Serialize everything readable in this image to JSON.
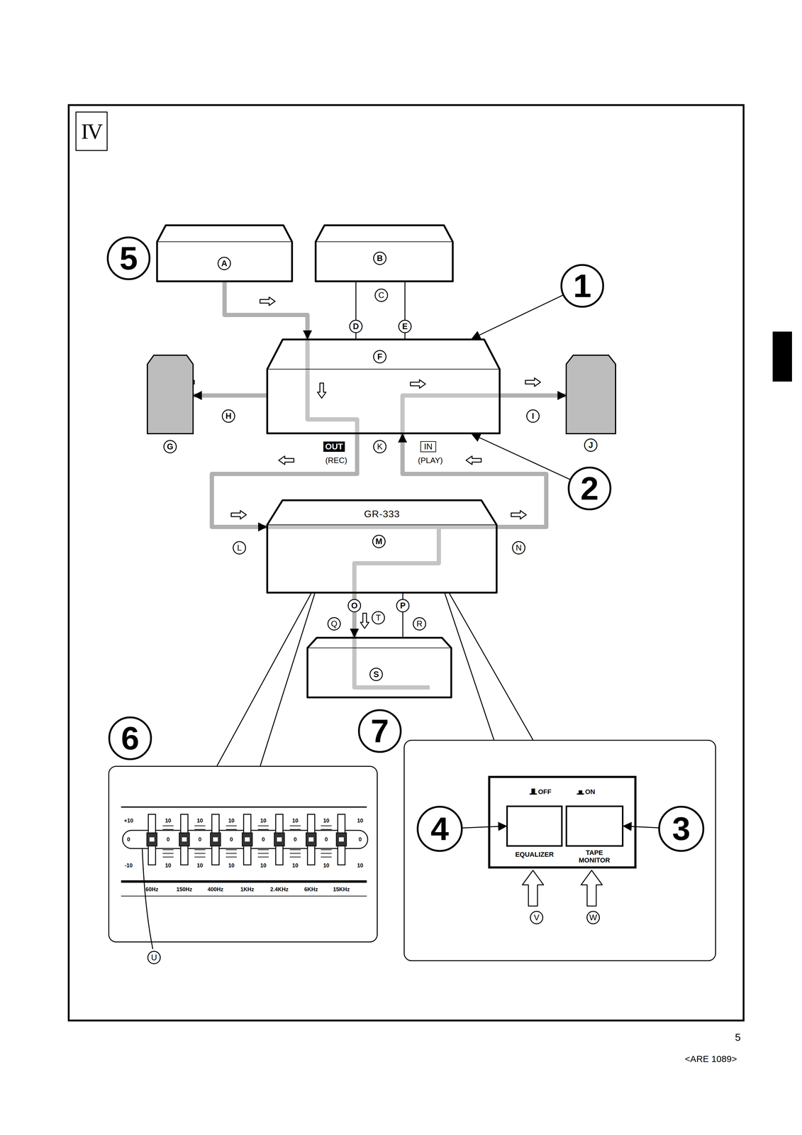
{
  "diagram": {
    "nodes": [
      {
        "text": [
          "5"
        ]
      },
      {
        "text": [
          "A"
        ]
      },
      {
        "text": [
          "B"
        ]
      },
      {
        "text": [
          "1"
        ]
      },
      {
        "text": [
          "F"
        ]
      },
      {
        "text": [
          "G"
        ]
      },
      {
        "text": [
          "J"
        ]
      },
      {
        "text": [
          "2"
        ]
      },
      {
        "text": [
          "GR-333",
          "M"
        ]
      },
      {
        "text": [
          "S"
        ]
      },
      {
        "text": [
          "6"
        ]
      },
      {
        "text": [
          "7"
        ]
      },
      {
        "text": [
          "+10",
          "0",
          "-10",
          "10",
          "0",
          "10",
          "10",
          "0",
          "10",
          "10",
          "0",
          "10",
          "10",
          "0",
          "10",
          "10",
          "0",
          "10",
          "10",
          "0",
          "10",
          "10",
          "0",
          "10",
          "60Hz",
          "150Hz",
          "400Hz",
          "1KHz",
          "2.4KHz",
          "6KHz",
          "15KHz"
        ]
      },
      {
        "text": []
      },
      {
        "text": [
          "OFF",
          "ON"
        ],
        "in": 13
      },
      {
        "text": [
          "4"
        ],
        "in": 13
      },
      {
        "text": [
          "EQUALIZER"
        ],
        "in": 14
      },
      {
        "text": [
          "TAPE MONITOR"
        ],
        "in": 14
      },
      {
        "text": [
          "3"
        ],
        "in": 13
      }
    ],
    "edges": [
      {
        "from": 1,
        "to": 4,
        "arrow": "to"
      },
      {
        "from": 2,
        "to": 4,
        "label": "D",
        "arrow": "none"
      },
      {
        "from": 2,
        "to": 4,
        "label": "E",
        "arrow": "none"
      },
      {
        "from": 4,
        "to": 5,
        "label": "H",
        "arrow": "to"
      },
      {
        "from": 4,
        "to": 6,
        "label": "I",
        "arrow": "to"
      },
      {
        "from": 4,
        "to": 8,
        "arrow": "to"
      },
      {
        "from": 8,
        "to": 4,
        "arrow": "to"
      },
      {
        "from": 8,
        "to": 9,
        "label": "O",
        "arrow": "to"
      },
      {
        "from": 8,
        "to": 9,
        "label": "P",
        "arrow": "none"
      },
      {
        "from": 3,
        "to": 4,
        "arrow": "to"
      },
      {
        "from": 7,
        "to": 4,
        "arrow": "to"
      },
      {
        "from": 8,
        "to": 12,
        "arrow": "none"
      },
      {
        "from": 8,
        "to": 12,
        "arrow": "none"
      },
      {
        "from": 8,
        "to": 13,
        "arrow": "none"
      },
      {
        "from": 8,
        "to": 13,
        "arrow": "none"
      },
      {
        "from": 15,
        "to": 16,
        "arrow": "to"
      },
      {
        "from": 18,
        "to": 17,
        "arrow": "to"
      }
    ],
    "labels": [
      "IV",
      "C",
      "K",
      "OUT",
      "(REC)",
      "IN",
      "(PLAY)",
      "L",
      "N",
      "Q",
      "R",
      "T",
      "U",
      "V",
      "W",
      "5",
      "<ARE 1089>"
    ]
  }
}
